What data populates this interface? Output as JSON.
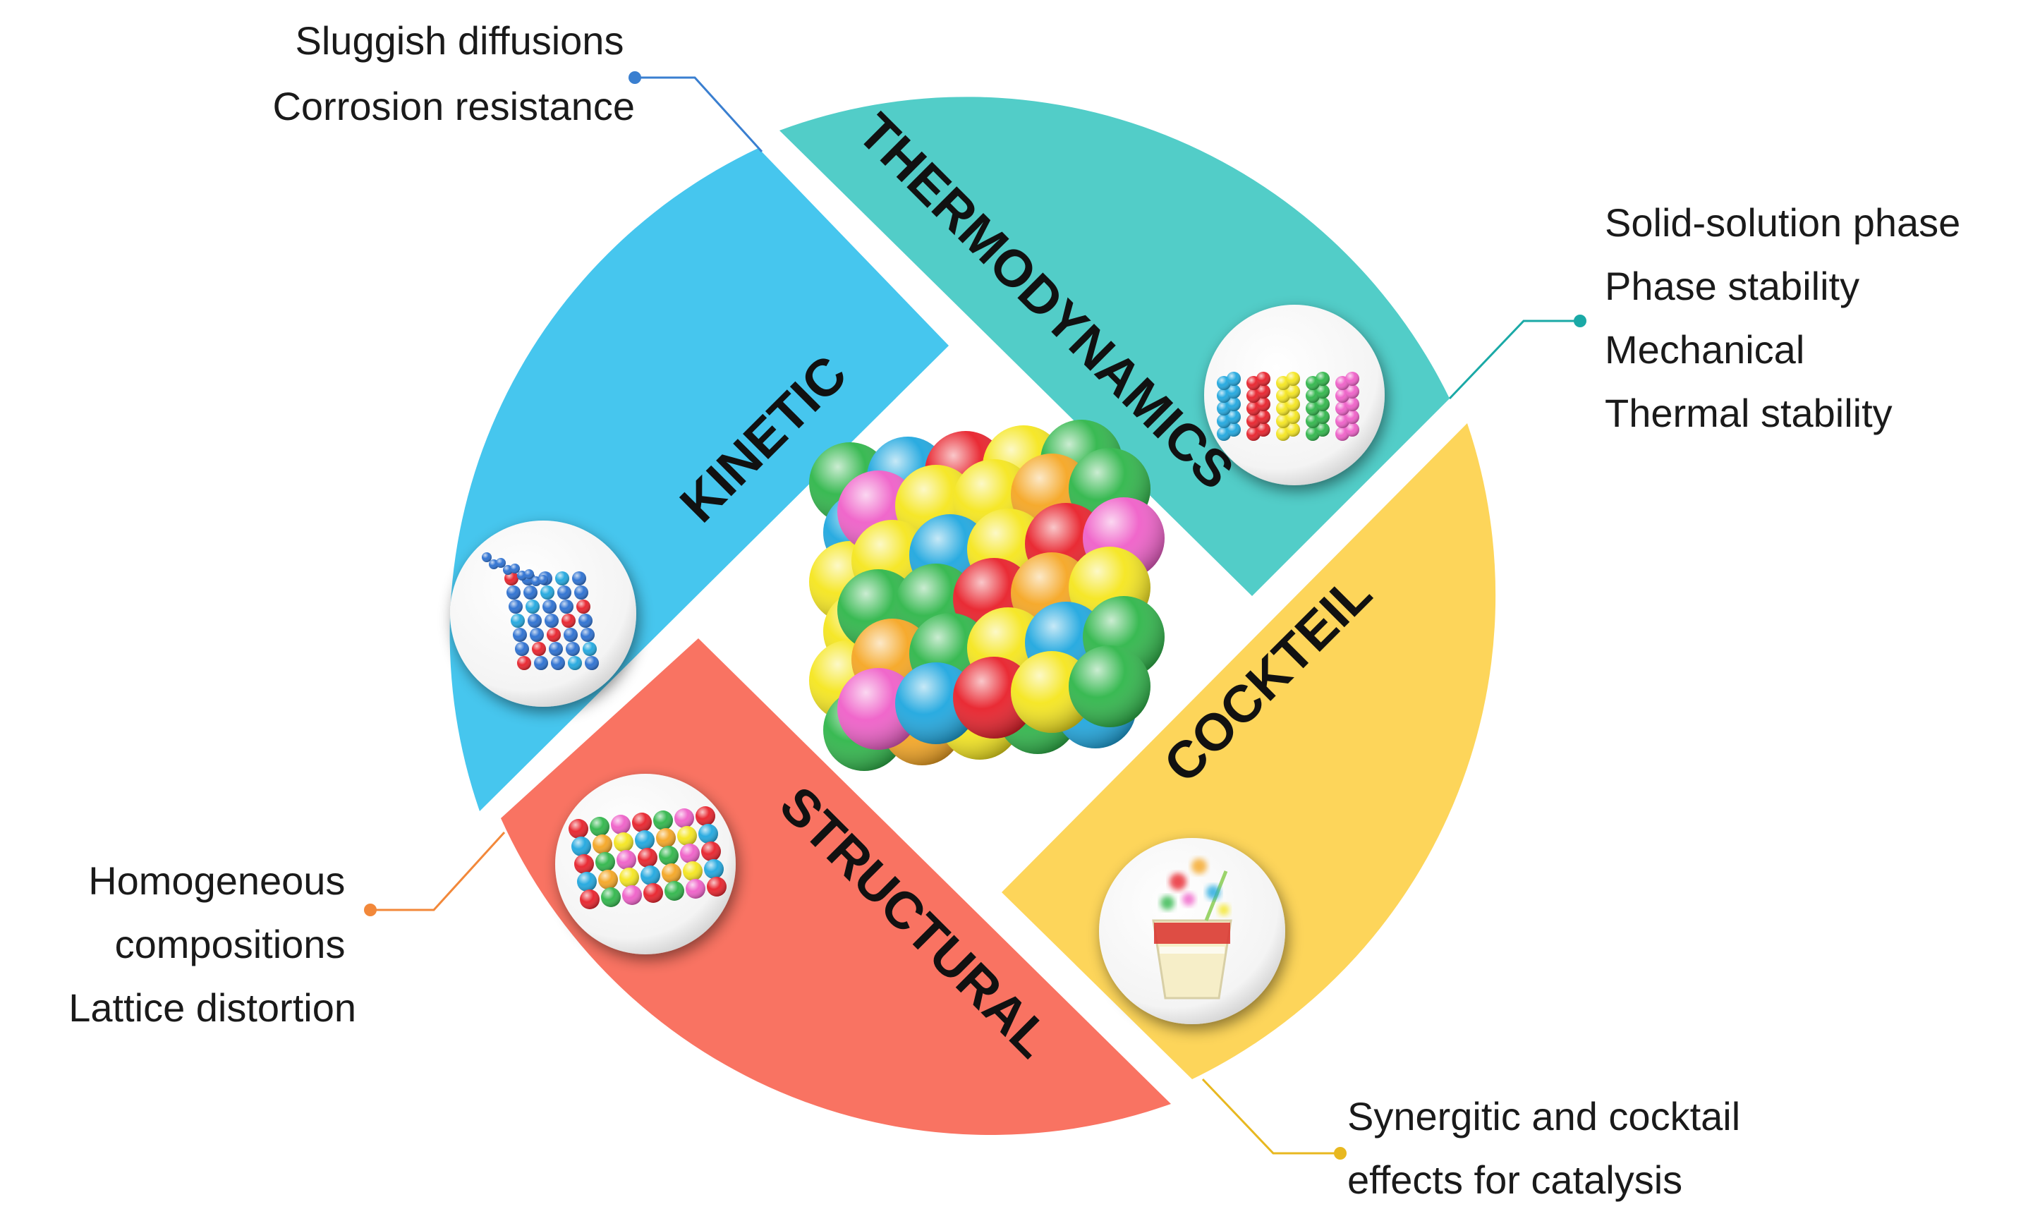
{
  "sectors": [
    {
      "title": "THERMODYNAMICS",
      "color": "#52cdc8",
      "icon": "stacked-atoms-icon"
    },
    {
      "title": "COCKTEIL",
      "color": "#fdd55a",
      "icon": "cocktail-glass-icon"
    },
    {
      "title": "STRUCTURAL",
      "color": "#f97362",
      "icon": "lattice-spheres-icon"
    },
    {
      "title": "KINETIC",
      "color": "#46c6ee",
      "icon": "diffusion-lattice-icon"
    }
  ],
  "center": {
    "icon": "multi-element-atom-cluster-icon"
  },
  "annotations": {
    "kinetic": {
      "lines": [
        "Sluggish diffusions",
        "Corrosion resistance"
      ],
      "color": "#3a7fd0"
    },
    "thermodynamics": {
      "lines": [
        "Solid-solution phase",
        "Phase stability",
        "Mechanical",
        "Thermal stability"
      ],
      "color": "#1aa9a6"
    },
    "structural": {
      "lines": [
        "Homogeneous",
        "compositions",
        "Lattice distortion"
      ],
      "color": "#f2883a"
    },
    "cocktail": {
      "lines": [
        "Synergitic and cocktail",
        "effects for catalysis"
      ],
      "color": "#e8b820"
    }
  },
  "atom_colors": [
    "#e8202a",
    "#f5e61e",
    "#2fb64a",
    "#1fa7df",
    "#ef5fc8",
    "#f5a623"
  ]
}
